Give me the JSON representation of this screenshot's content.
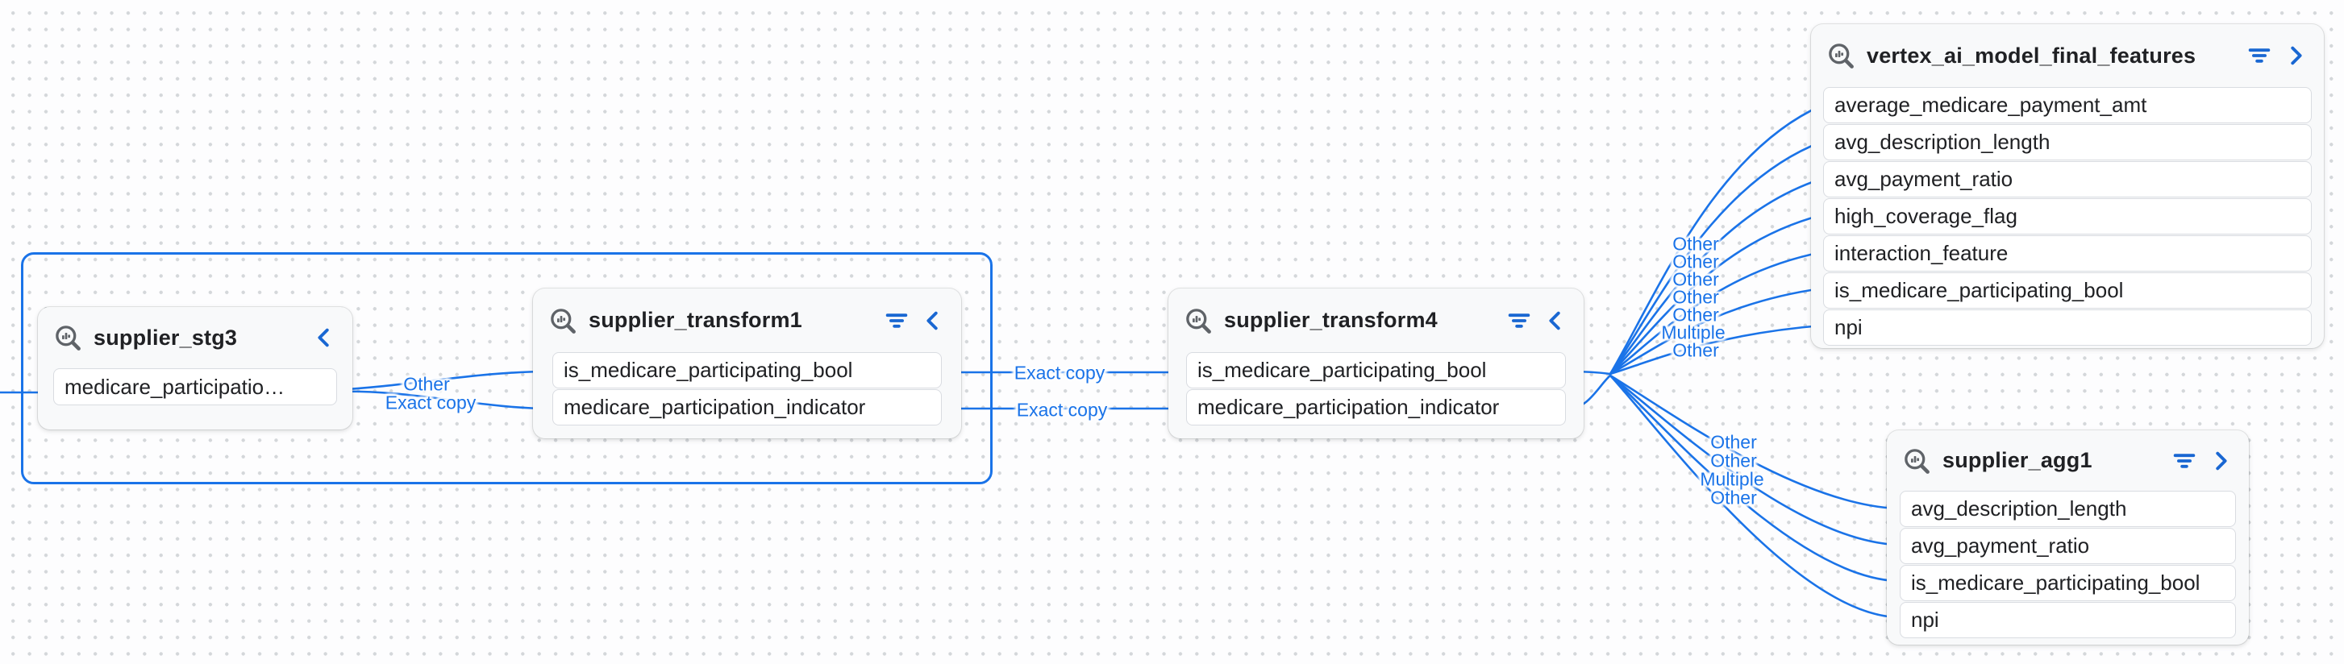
{
  "app": {
    "view": "column-level-lineage-graph"
  },
  "colors": {
    "edge_blue": "#1a73e8",
    "icon_blue": "#1967d2",
    "node_bg": "#f8f9fa",
    "row_border": "#d9dce1",
    "text_dark": "#202124",
    "grid_dot": "#d4d7da",
    "group_outline": "#1a73e8"
  },
  "icons": {
    "node_type": "bigquery-table-search-icon",
    "filter": "filter-fields-icon",
    "collapse_left": "chevron-left-icon",
    "expand_right": "chevron-right-icon"
  },
  "nodes": [
    {
      "id": "supplier_stg3",
      "title": "supplier_stg3",
      "has_filter": false,
      "collapse_toggle": "left",
      "fields": [
        "medicare_participatio…"
      ]
    },
    {
      "id": "supplier_transform1",
      "title": "supplier_transform1",
      "has_filter": true,
      "collapse_toggle": "left",
      "fields": [
        "is_medicare_participating_bool",
        "medicare_participation_indicator"
      ]
    },
    {
      "id": "supplier_transform4",
      "title": "supplier_transform4",
      "has_filter": true,
      "collapse_toggle": "left",
      "fields": [
        "is_medicare_participating_bool",
        "medicare_participation_indicator"
      ]
    },
    {
      "id": "vertex_ai_model_final_features",
      "title": "vertex_ai_model_final_features",
      "has_filter": true,
      "collapse_toggle": "right",
      "fields": [
        "average_medicare_payment_amt",
        "avg_description_length",
        "avg_payment_ratio",
        "high_coverage_flag",
        "interaction_feature",
        "is_medicare_participating_bool",
        "npi"
      ]
    },
    {
      "id": "supplier_agg1",
      "title": "supplier_agg1",
      "has_filter": true,
      "collapse_toggle": "right",
      "fields": [
        "avg_description_length",
        "avg_payment_ratio",
        "is_medicare_participating_bool",
        "npi"
      ]
    }
  ],
  "edges": [
    {
      "id": "e0",
      "from": "offscreen-upstream",
      "to": "supplier_stg3.medicare_participatio…",
      "label": ""
    },
    {
      "id": "e1",
      "from": "supplier_stg3.medicare_participatio…",
      "to": "supplier_transform1.is_medicare_participating_bool",
      "label": "Other"
    },
    {
      "id": "e2",
      "from": "supplier_stg3.medicare_participatio…",
      "to": "supplier_transform1.medicare_participation_indicator",
      "label": "Exact copy"
    },
    {
      "id": "e3",
      "from": "supplier_transform1.is_medicare_participating_bool",
      "to": "supplier_transform4.is_medicare_participating_bool",
      "label": "Exact copy"
    },
    {
      "id": "e4",
      "from": "supplier_transform1.medicare_participation_indicator",
      "to": "supplier_transform4.medicare_participation_indicator",
      "label": "Exact copy"
    },
    {
      "id": "v1",
      "from": "supplier_transform4",
      "to": "vertex_ai_model_final_features.average_medicare_payment_amt",
      "label": "Other"
    },
    {
      "id": "v2",
      "from": "supplier_transform4",
      "to": "vertex_ai_model_final_features.avg_description_length",
      "label": "Other"
    },
    {
      "id": "v3",
      "from": "supplier_transform4",
      "to": "vertex_ai_model_final_features.avg_payment_ratio",
      "label": "Other"
    },
    {
      "id": "v4",
      "from": "supplier_transform4",
      "to": "vertex_ai_model_final_features.high_coverage_flag",
      "label": "Other"
    },
    {
      "id": "v5",
      "from": "supplier_transform4",
      "to": "vertex_ai_model_final_features.interaction_feature",
      "label": "Other"
    },
    {
      "id": "v6",
      "from": "supplier_transform4",
      "to": "vertex_ai_model_final_features.is_medicare_participating_bool",
      "label": "Multiple"
    },
    {
      "id": "v7",
      "from": "supplier_transform4",
      "to": "vertex_ai_model_final_features.npi",
      "label": "Other"
    },
    {
      "id": "a1",
      "from": "supplier_transform4",
      "to": "supplier_agg1.avg_description_length",
      "label": "Other"
    },
    {
      "id": "a2",
      "from": "supplier_transform4",
      "to": "supplier_agg1.avg_payment_ratio",
      "label": "Other"
    },
    {
      "id": "a3",
      "from": "supplier_transform4",
      "to": "supplier_agg1.is_medicare_participating_bool",
      "label": "Multiple"
    },
    {
      "id": "a4",
      "from": "supplier_transform4",
      "to": "supplier_agg1.npi",
      "label": "Other"
    }
  ]
}
